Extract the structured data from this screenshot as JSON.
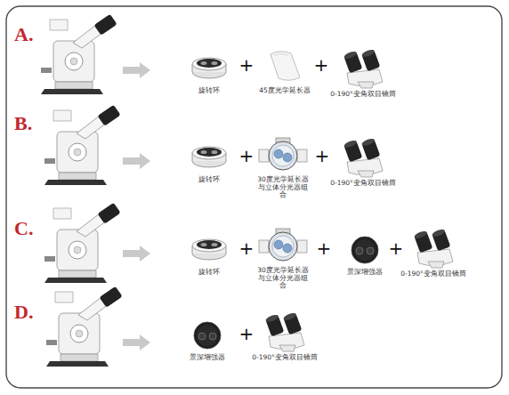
{
  "diagram": {
    "labels": [
      "A.",
      "旋转环",
      "+",
      "45度光学延长器",
      "+",
      "0-190°变角双目镜筒",
      "B.",
      "旋转环",
      "+",
      "30度光学延长器与立体分光器组合",
      "+",
      "0-190°变角双目镜筒",
      "C.",
      "旋转环",
      "+",
      "30度光学延长器与立体分光器组合",
      "+",
      "景深增强器",
      "+",
      "0-190°变角双目镜筒",
      "D.",
      "景深增强器",
      "+",
      "0-190°变角双目镜筒"
    ]
  }
}
